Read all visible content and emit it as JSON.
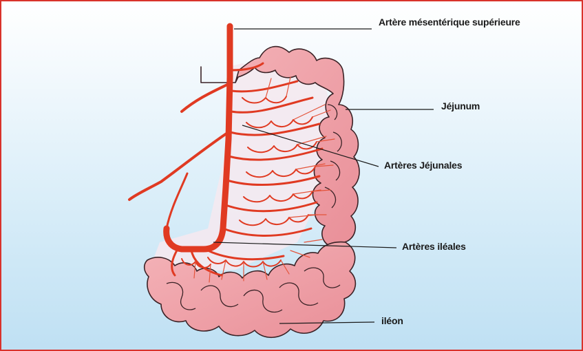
{
  "labels": {
    "artere_mesenterique": "Artère mésentérique supérieure",
    "jejunum": "Jéjunum",
    "arteres_jejunales": "Artères Jéjunales",
    "arteres_ileales": "Artères iléales",
    "ileon": "iléon"
  },
  "colors": {
    "border": "#d9322b",
    "artery": "#e03a22",
    "intestine_fill": "#f0a3a9",
    "intestine_outline": "#3a2226",
    "mesentery": "#f5eaf0",
    "background_bottom": "#bfe0f3"
  }
}
